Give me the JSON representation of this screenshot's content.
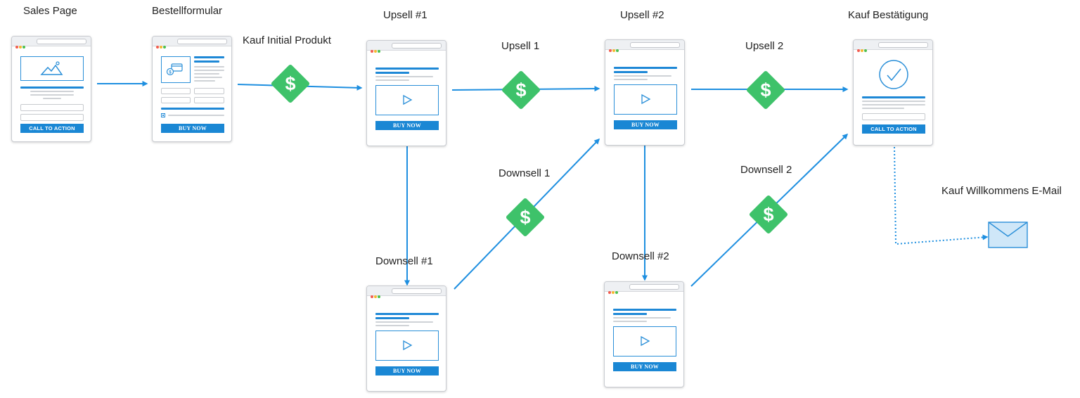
{
  "colors": {
    "accent": "#1a87d4",
    "arrow": "#1e8fe0",
    "dollar": "#3ec26a",
    "envelope": "#cfe7f8",
    "dot_red": "#f25b4e",
    "dot_yellow": "#f5b82e",
    "dot_green": "#4cc04f"
  },
  "labels": {
    "sales_page": "Sales Page",
    "order_form": "Bestellformular",
    "purchase_initial": "Kauf Initial Produkt",
    "upsell_1_page": "Upsell #1",
    "upsell_1_edge": "Upsell 1",
    "upsell_2_page": "Upsell #2",
    "upsell_2_edge": "Upsell 2",
    "confirmation": "Kauf Bestätigung",
    "downsell_1_edge": "Downsell 1",
    "downsell_2_edge": "Downsell 2",
    "downsell_1_page": "Downsell #1",
    "downsell_2_page": "Downsell #2",
    "welcome_email": "Kauf Willkommens E-Mail"
  },
  "buttons": {
    "call_to_action": "CALL TO ACTION",
    "buy_now": "BUY NOW"
  },
  "icons": {
    "dollar_glyph": "$",
    "hero": "image-icon",
    "payment": "payment-card-icon",
    "video": "play-icon",
    "success": "checkmark-icon",
    "email": "envelope-icon"
  }
}
